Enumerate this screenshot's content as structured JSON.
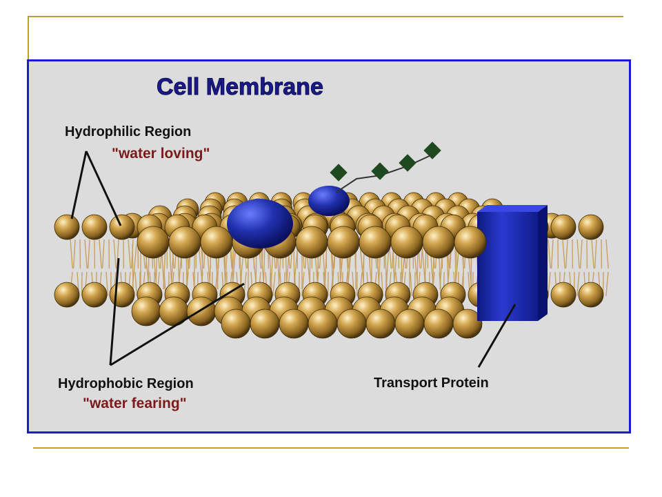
{
  "diagram": {
    "title": "Cell Membrane",
    "labels": {
      "hydrophilic_region": "Hydrophilic Region",
      "hydrophilic_desc": "\"water loving\"",
      "hydrophobic_region": "Hydrophobic Region",
      "hydrophobic_desc": "\"water fearing\"",
      "transport_protein": "Transport Protein"
    },
    "colors": {
      "frame_border": "#1a1ad0",
      "background": "#dcdcdc",
      "title_text": "#1a1a8c",
      "label_text": "#111111",
      "desc_text": "#7a1a1a",
      "phospholipid_head": "#b8903a",
      "tails": "#c8a060",
      "protein": "#1f2fb0",
      "sugar_chain": "#1f4a1f"
    }
  }
}
